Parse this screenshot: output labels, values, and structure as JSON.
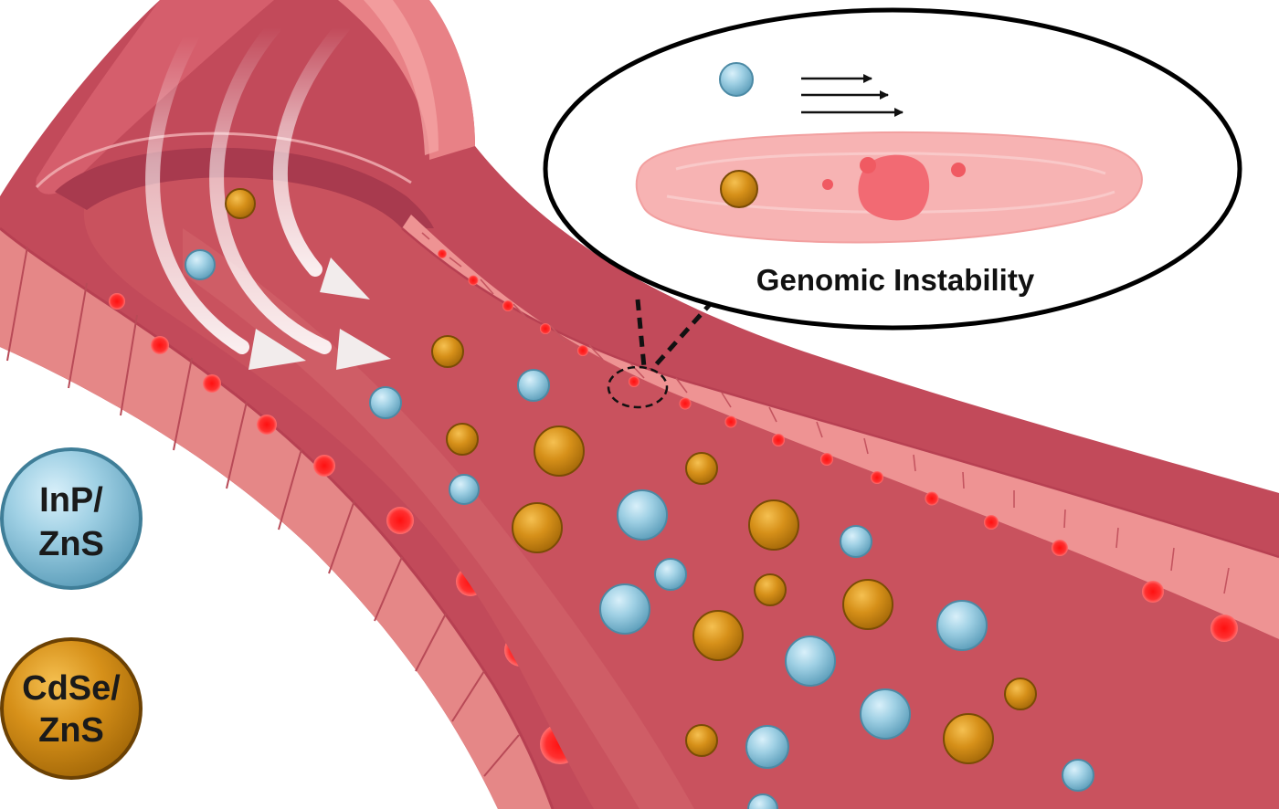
{
  "legend": {
    "blue": {
      "line1": "InP/",
      "line2": "ZnS"
    },
    "gold": {
      "line1": "CdSe/",
      "line2": "ZnS"
    }
  },
  "callout": {
    "title": "Genomic Instability"
  },
  "colors": {
    "vessel_outer": "#c24a5a",
    "vessel_wall": "#e88888",
    "lumen": "#c9525e",
    "blue_particle": "#8cc6dc",
    "gold_particle": "#cc8a17",
    "cell_nucleus": "#ff2020"
  }
}
